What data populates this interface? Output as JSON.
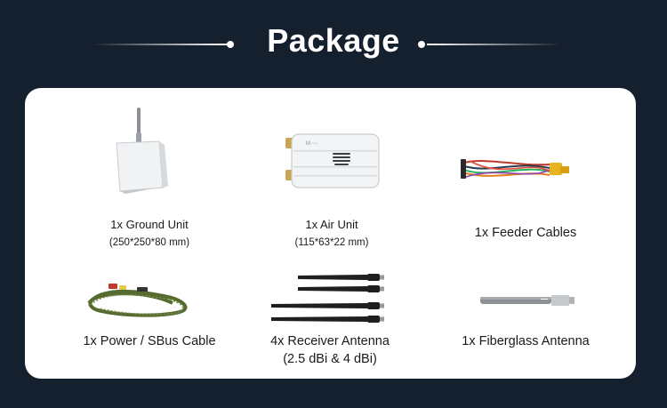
{
  "header": {
    "title": "Package"
  },
  "items": [
    {
      "label": "1x Ground Unit",
      "detail": "(250*250*80 mm)"
    },
    {
      "label": "1x Air Unit",
      "detail": "(115*63*22 mm)"
    },
    {
      "label": "1x Feeder Cables"
    },
    {
      "label": "1x Power / SBus Cable"
    },
    {
      "label": "4x Receiver Antenna",
      "detail": "(2.5 dBi & 4 dBi)"
    },
    {
      "label": "1x Fiberglass Antenna"
    }
  ],
  "colors": {
    "background": "#15202e",
    "card": "#ffffff",
    "text": "#1a1a1a",
    "heading": "#ffffff"
  },
  "icons": [
    "ground-unit-image",
    "air-unit-image",
    "feeder-cables-image",
    "power-sbus-cable-image",
    "receiver-antennas-image",
    "fiberglass-antenna-image"
  ]
}
